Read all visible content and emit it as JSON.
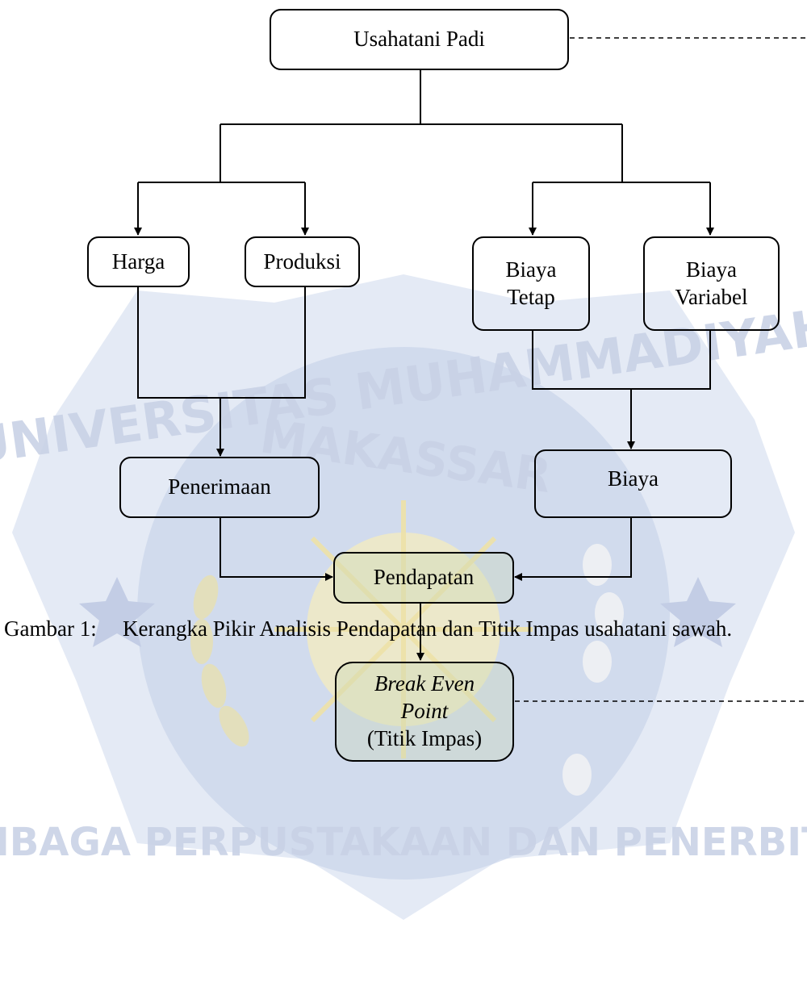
{
  "diagram": {
    "nodes": {
      "root": "Usahatani Padi",
      "harga": "Harga",
      "produksi": "Produksi",
      "biaya_tetap": [
        "Biaya",
        "Tetap"
      ],
      "biaya_variabel": [
        "Biaya",
        "Variabel"
      ],
      "penerimaan": "Penerimaan",
      "biaya": "Biaya",
      "pendapatan": "Pendapatan",
      "bep": {
        "line1_italic": "Break Even",
        "line2_italic": "Point",
        "line3": "(Titik Impas)"
      }
    },
    "edges": [
      {
        "from": "root",
        "to": "harga"
      },
      {
        "from": "root",
        "to": "produksi"
      },
      {
        "from": "root",
        "to": "biaya_tetap"
      },
      {
        "from": "root",
        "to": "biaya_variabel"
      },
      {
        "from": "harga",
        "to": "penerimaan"
      },
      {
        "from": "produksi",
        "to": "penerimaan"
      },
      {
        "from": "biaya_tetap",
        "to": "biaya"
      },
      {
        "from": "biaya_variabel",
        "to": "biaya"
      },
      {
        "from": "penerimaan",
        "to": "pendapatan"
      },
      {
        "from": "biaya",
        "to": "pendapatan"
      },
      {
        "from": "pendapatan",
        "to": "bep"
      }
    ]
  },
  "caption": {
    "label": "Gambar 1:",
    "text": "Kerangka Pikir Analisis Pendapatan dan Titik Impas usahatani sawah."
  },
  "watermark": {
    "text_top": "UNIVERSITAS MUHAMMADIYAH",
    "text_middle": "MAKASSAR",
    "text_bottom": "LEMBAGA PERPUSTAKAAN DAN PENERBITAN",
    "colors": {
      "outer": "#d7dff0",
      "inner": "#bdc9e3",
      "star": "#c5cfe6",
      "gold": "#efe4a6"
    }
  },
  "colors": {
    "line": "#000000",
    "tint": "#c8d8b4"
  }
}
